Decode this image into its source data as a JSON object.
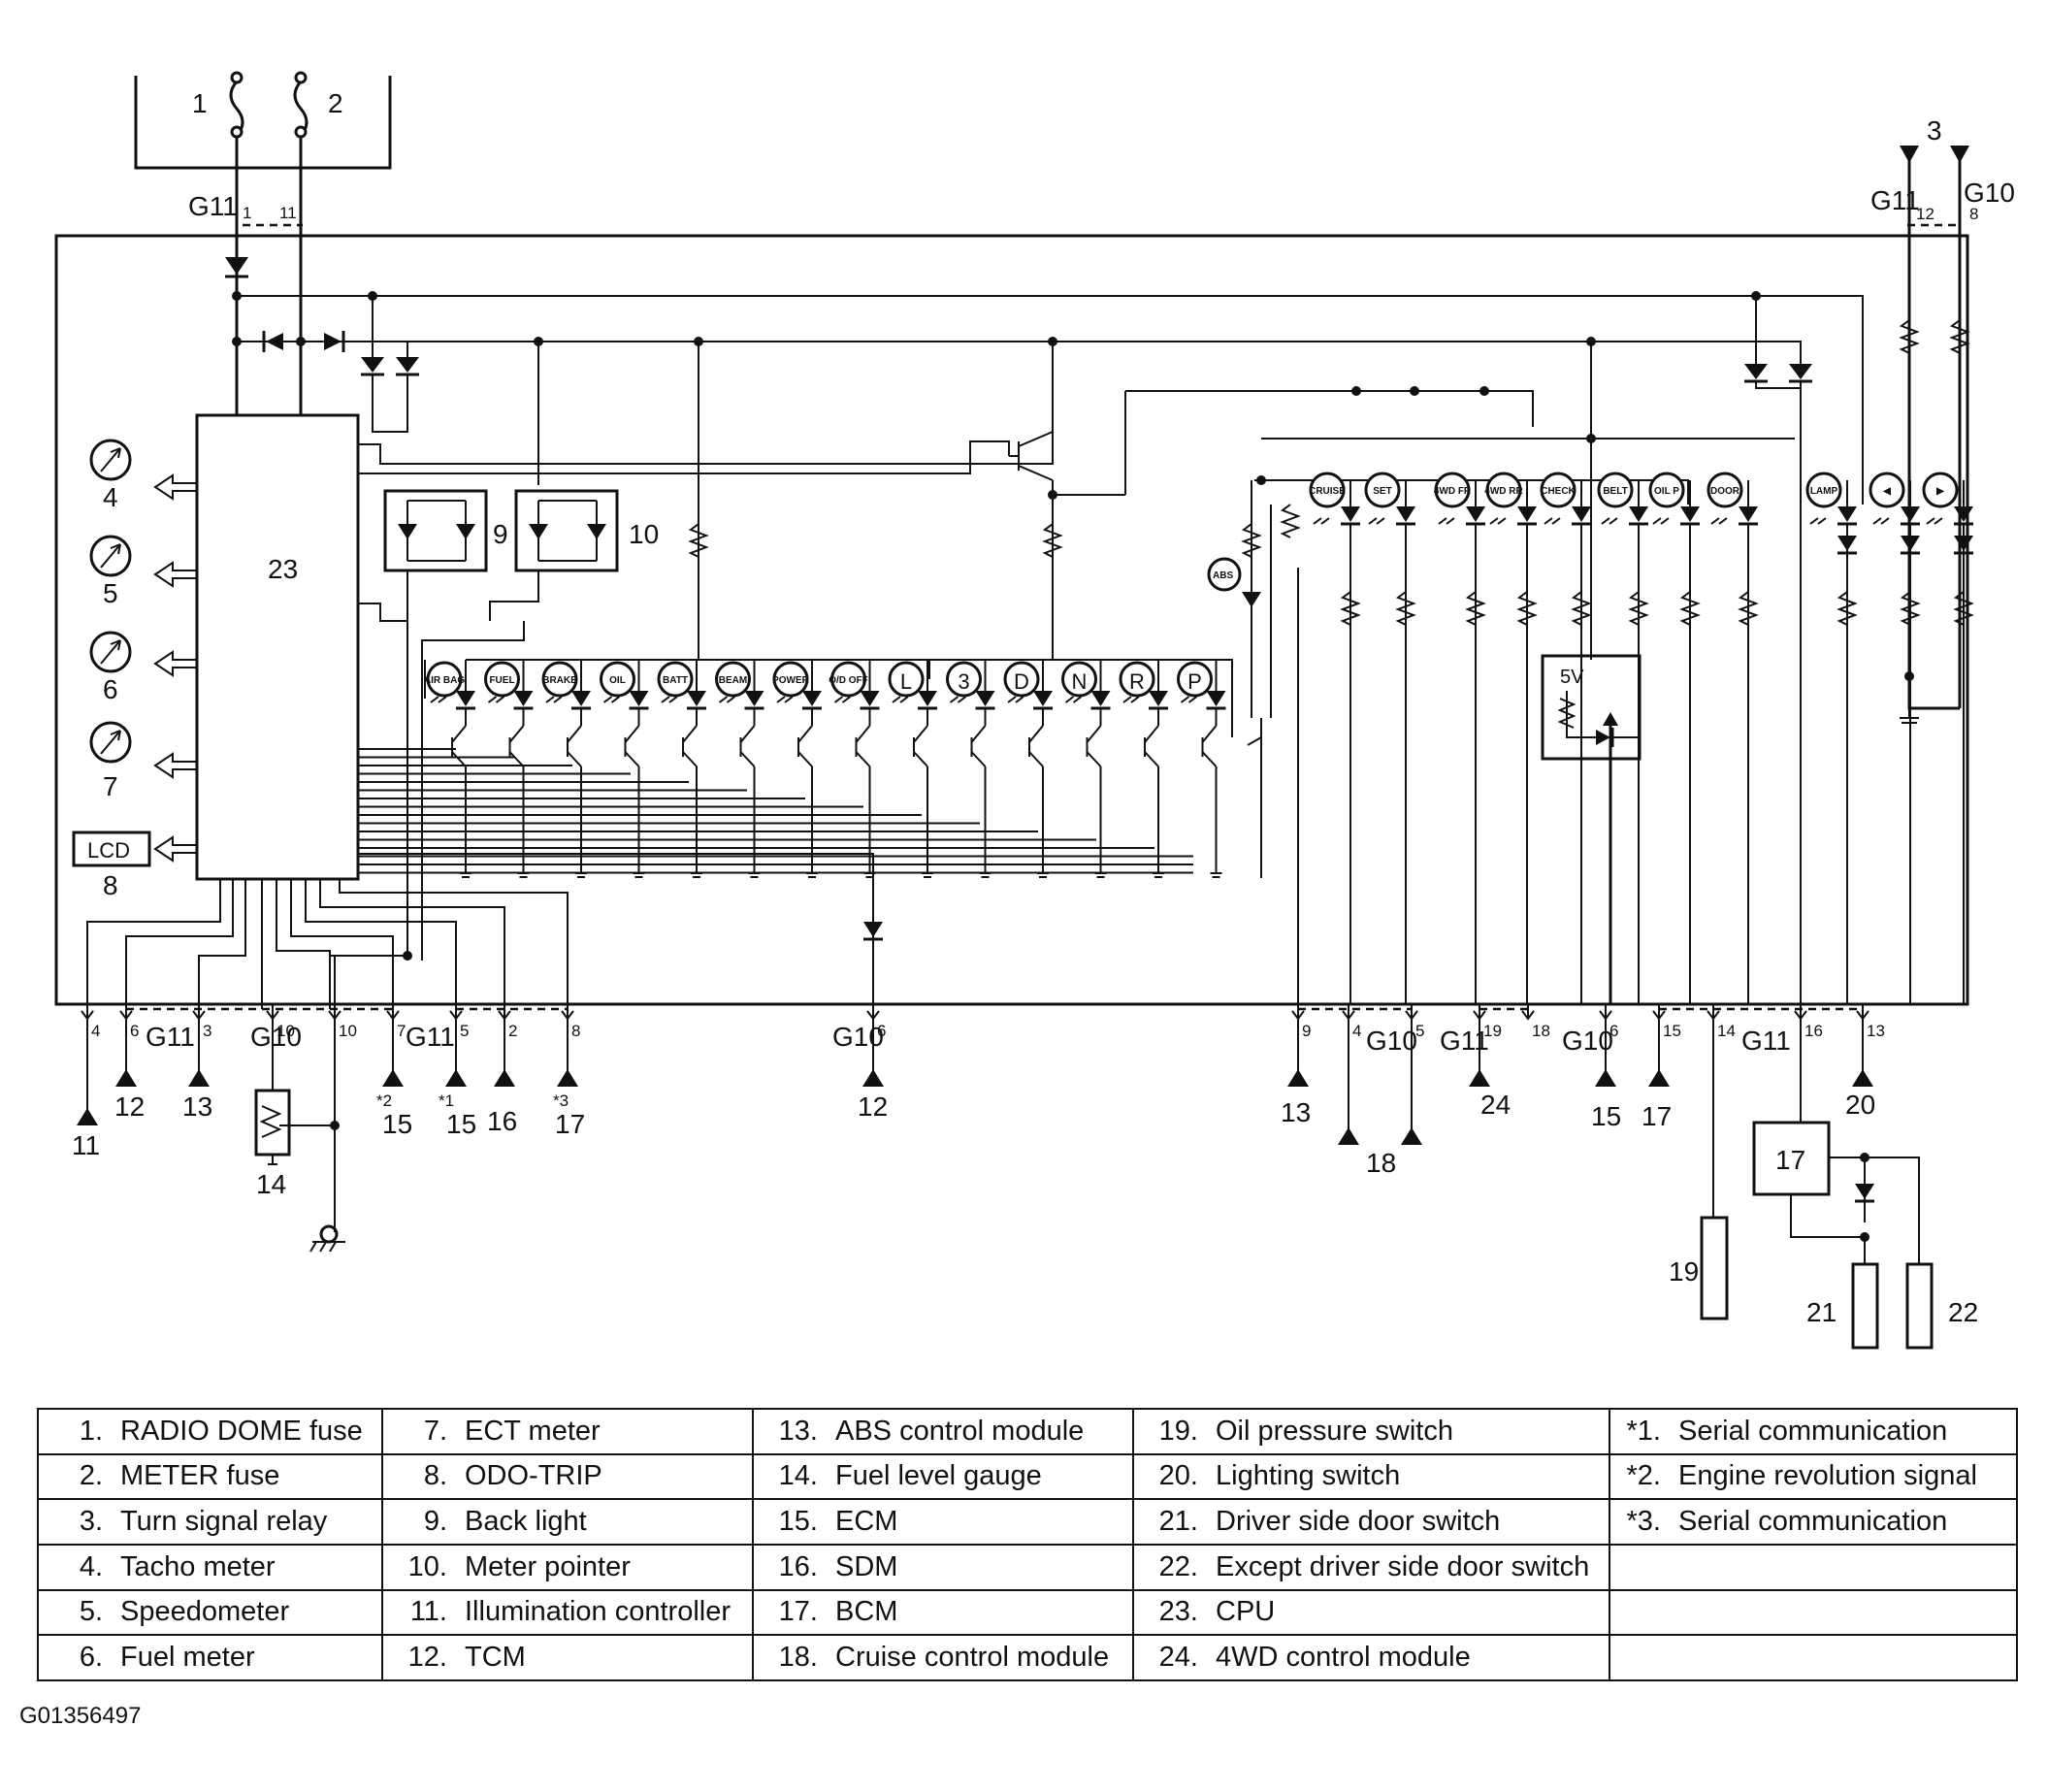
{
  "diagram": {
    "cpu_label": "23",
    "lcd_label": "LCD",
    "supply_5v": "5V",
    "fuses": [
      {
        "num": "1"
      },
      {
        "num": "2"
      }
    ],
    "top_turn": {
      "num": "3"
    },
    "gauges": [
      {
        "num": "4"
      },
      {
        "num": "5"
      },
      {
        "num": "6"
      },
      {
        "num": "7"
      },
      {
        "num": "8"
      }
    ],
    "led_groups": [
      {
        "num": "9"
      },
      {
        "num": "10"
      }
    ],
    "connectors": {
      "g11": "G11",
      "g10": "G10"
    },
    "pins_top": [
      "1",
      "11",
      "12",
      "8"
    ],
    "pins_bottom": [
      "4",
      "6",
      "3",
      "10",
      "10",
      "7",
      "5",
      "2",
      "8",
      "6",
      "9",
      "4",
      "5",
      "19",
      "18",
      "6",
      "15",
      "14",
      "16",
      "13"
    ],
    "indicators_bottom": [
      {
        "text": "AIR BAG"
      },
      {
        "text": "FUEL"
      },
      {
        "text": "BRAKE"
      },
      {
        "text": "OIL"
      },
      {
        "text": "BATT"
      },
      {
        "text": "BEAM"
      },
      {
        "text": "POWER"
      },
      {
        "text": "O/D OFF"
      },
      {
        "text": "L"
      },
      {
        "text": "3"
      },
      {
        "text": "D"
      },
      {
        "text": "N"
      },
      {
        "text": "R"
      },
      {
        "text": "P"
      }
    ],
    "indicators_right": [
      {
        "text": "CRUISE"
      },
      {
        "text": "SET"
      },
      {
        "text": "4WD FR"
      },
      {
        "text": "4WD RR"
      },
      {
        "text": "CHECK"
      },
      {
        "text": "BELT"
      },
      {
        "text": "OIL P"
      },
      {
        "text": "DOOR"
      },
      {
        "text": "LAMP"
      },
      {
        "text": "◀"
      },
      {
        "text": "▶"
      }
    ],
    "abs_indicator": "ABS",
    "bottom_labels": [
      "11",
      "12",
      "13",
      "14",
      "*2",
      "15",
      "*1",
      "15",
      "16",
      "*3",
      "17",
      "12",
      "13",
      "18",
      "24",
      "15",
      "17",
      "20",
      "17",
      "19",
      "21",
      "22"
    ]
  },
  "legend": {
    "rows": [
      [
        {
          "num": "1.",
          "text": "RADIO DOME fuse"
        },
        {
          "num": "7.",
          "text": "ECT meter"
        },
        {
          "num": "13.",
          "text": "ABS control module"
        },
        {
          "num": "19.",
          "text": "Oil pressure switch"
        },
        {
          "num": "*1.",
          "text": "Serial communication"
        }
      ],
      [
        {
          "num": "2.",
          "text": "METER fuse"
        },
        {
          "num": "8.",
          "text": "ODO-TRIP"
        },
        {
          "num": "14.",
          "text": "Fuel level gauge"
        },
        {
          "num": "20.",
          "text": "Lighting switch"
        },
        {
          "num": "*2.",
          "text": "Engine revolution signal"
        }
      ],
      [
        {
          "num": "3.",
          "text": "Turn signal relay"
        },
        {
          "num": "9.",
          "text": "Back light"
        },
        {
          "num": "15.",
          "text": "ECM"
        },
        {
          "num": "21.",
          "text": "Driver side door switch"
        },
        {
          "num": "*3.",
          "text": "Serial communication"
        }
      ],
      [
        {
          "num": "4.",
          "text": "Tacho meter"
        },
        {
          "num": "10.",
          "text": "Meter pointer"
        },
        {
          "num": "16.",
          "text": "SDM"
        },
        {
          "num": "22.",
          "text": "Except driver side door switch"
        },
        {
          "num": "",
          "text": ""
        }
      ],
      [
        {
          "num": "5.",
          "text": "Speedometer"
        },
        {
          "num": "11.",
          "text": "Illumination controller"
        },
        {
          "num": "17.",
          "text": "BCM"
        },
        {
          "num": "23.",
          "text": "CPU"
        },
        {
          "num": "",
          "text": ""
        }
      ],
      [
        {
          "num": "6.",
          "text": "Fuel meter"
        },
        {
          "num": "12.",
          "text": "TCM"
        },
        {
          "num": "18.",
          "text": "Cruise control module"
        },
        {
          "num": "24.",
          "text": "4WD control module"
        },
        {
          "num": "",
          "text": ""
        }
      ]
    ]
  },
  "figure_code": "G01356497"
}
